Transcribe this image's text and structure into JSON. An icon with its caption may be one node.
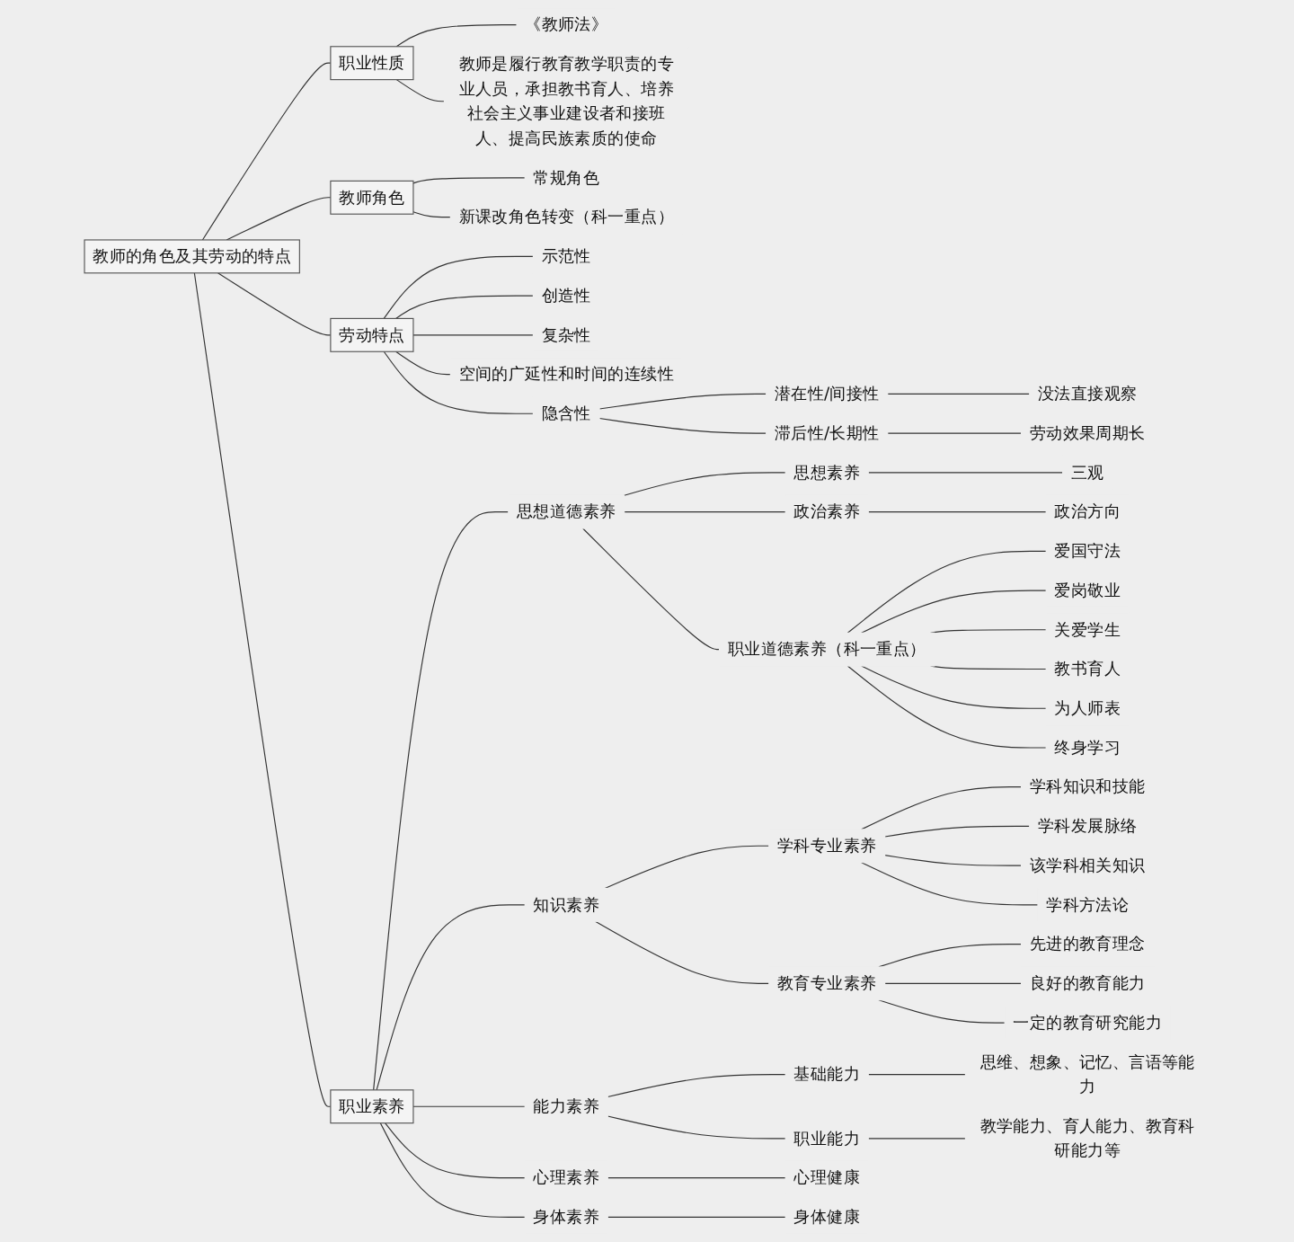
{
  "diagram": {
    "nodes": [
      {
        "text": [
          "教师的角色及其劳动的特点"
        ]
      },
      {
        "text": [
          "职业性质"
        ]
      },
      {
        "text": [
          "《教师法》"
        ]
      },
      {
        "text": [
          "教师是履行教育教学职责的专业人员，承担教书育人、培养社会主义事业建设者和接班人、提高民族素质的使命"
        ]
      },
      {
        "text": [
          "教师角色"
        ]
      },
      {
        "text": [
          "常规角色"
        ]
      },
      {
        "text": [
          "新课改角色转变（科一重点）"
        ]
      },
      {
        "text": [
          "劳动特点"
        ]
      },
      {
        "text": [
          "示范性"
        ]
      },
      {
        "text": [
          "创造性"
        ]
      },
      {
        "text": [
          "复杂性"
        ]
      },
      {
        "text": [
          "空间的广延性和时间的连续性"
        ]
      },
      {
        "text": [
          "隐含性"
        ]
      },
      {
        "text": [
          "潜在性/间接性"
        ]
      },
      {
        "text": [
          "没法直接观察"
        ]
      },
      {
        "text": [
          "滞后性/长期性"
        ]
      },
      {
        "text": [
          "劳动效果周期长"
        ]
      },
      {
        "text": [
          "职业素养"
        ]
      },
      {
        "text": [
          "思想道德素养"
        ]
      },
      {
        "text": [
          "思想素养"
        ]
      },
      {
        "text": [
          "三观"
        ]
      },
      {
        "text": [
          "政治素养"
        ]
      },
      {
        "text": [
          "政治方向"
        ]
      },
      {
        "text": [
          "职业道德素养（科一重点）"
        ]
      },
      {
        "text": [
          "爱国守法"
        ]
      },
      {
        "text": [
          "爱岗敬业"
        ]
      },
      {
        "text": [
          "关爱学生"
        ]
      },
      {
        "text": [
          "教书育人"
        ]
      },
      {
        "text": [
          "为人师表"
        ]
      },
      {
        "text": [
          "终身学习"
        ]
      },
      {
        "text": [
          "知识素养"
        ]
      },
      {
        "text": [
          "学科专业素养"
        ]
      },
      {
        "text": [
          "学科知识和技能"
        ]
      },
      {
        "text": [
          "学科发展脉络"
        ]
      },
      {
        "text": [
          "该学科相关知识"
        ]
      },
      {
        "text": [
          "学科方法论"
        ]
      },
      {
        "text": [
          "教育专业素养"
        ]
      },
      {
        "text": [
          "先进的教育理念"
        ]
      },
      {
        "text": [
          "良好的教育能力"
        ]
      },
      {
        "text": [
          "一定的教育研究能力"
        ]
      },
      {
        "text": [
          "能力素养"
        ]
      },
      {
        "text": [
          "基础能力"
        ]
      },
      {
        "text": [
          "思维、想象、记忆、言语等能力"
        ]
      },
      {
        "text": [
          "职业能力"
        ]
      },
      {
        "text": [
          "教学能力、育人能力、教育科研能力等"
        ]
      },
      {
        "text": [
          "心理素养"
        ]
      },
      {
        "text": [
          "心理健康"
        ]
      },
      {
        "text": [
          "身体素养"
        ]
      },
      {
        "text": [
          "身体健康"
        ]
      }
    ],
    "edges": [
      {
        "from": 0,
        "to": 1,
        "arrow": "none"
      },
      {
        "from": 1,
        "to": 2,
        "arrow": "none"
      },
      {
        "from": 1,
        "to": 3,
        "arrow": "none"
      },
      {
        "from": 0,
        "to": 4,
        "arrow": "none"
      },
      {
        "from": 4,
        "to": 5,
        "arrow": "none"
      },
      {
        "from": 4,
        "to": 6,
        "arrow": "none"
      },
      {
        "from": 0,
        "to": 7,
        "arrow": "none"
      },
      {
        "from": 7,
        "to": 8,
        "arrow": "none"
      },
      {
        "from": 7,
        "to": 9,
        "arrow": "none"
      },
      {
        "from": 7,
        "to": 10,
        "arrow": "none"
      },
      {
        "from": 7,
        "to": 11,
        "arrow": "none"
      },
      {
        "from": 7,
        "to": 12,
        "arrow": "none"
      },
      {
        "from": 12,
        "to": 13,
        "arrow": "none"
      },
      {
        "from": 13,
        "to": 14,
        "arrow": "none"
      },
      {
        "from": 12,
        "to": 15,
        "arrow": "none"
      },
      {
        "from": 15,
        "to": 16,
        "arrow": "none"
      },
      {
        "from": 0,
        "to": 17,
        "arrow": "none"
      },
      {
        "from": 17,
        "to": 18,
        "arrow": "none"
      },
      {
        "from": 18,
        "to": 19,
        "arrow": "none"
      },
      {
        "from": 19,
        "to": 20,
        "arrow": "none"
      },
      {
        "from": 18,
        "to": 21,
        "arrow": "none"
      },
      {
        "from": 21,
        "to": 22,
        "arrow": "none"
      },
      {
        "from": 18,
        "to": 23,
        "arrow": "none"
      },
      {
        "from": 23,
        "to": 24,
        "arrow": "none"
      },
      {
        "from": 23,
        "to": 25,
        "arrow": "none"
      },
      {
        "from": 23,
        "to": 26,
        "arrow": "none"
      },
      {
        "from": 23,
        "to": 27,
        "arrow": "none"
      },
      {
        "from": 23,
        "to": 28,
        "arrow": "none"
      },
      {
        "from": 23,
        "to": 29,
        "arrow": "none"
      },
      {
        "from": 17,
        "to": 30,
        "arrow": "none"
      },
      {
        "from": 30,
        "to": 31,
        "arrow": "none"
      },
      {
        "from": 31,
        "to": 32,
        "arrow": "none"
      },
      {
        "from": 31,
        "to": 33,
        "arrow": "none"
      },
      {
        "from": 31,
        "to": 34,
        "arrow": "none"
      },
      {
        "from": 31,
        "to": 35,
        "arrow": "none"
      },
      {
        "from": 30,
        "to": 36,
        "arrow": "none"
      },
      {
        "from": 36,
        "to": 37,
        "arrow": "none"
      },
      {
        "from": 36,
        "to": 38,
        "arrow": "none"
      },
      {
        "from": 36,
        "to": 39,
        "arrow": "none"
      },
      {
        "from": 17,
        "to": 40,
        "arrow": "none"
      },
      {
        "from": 40,
        "to": 41,
        "arrow": "none"
      },
      {
        "from": 41,
        "to": 42,
        "arrow": "none"
      },
      {
        "from": 40,
        "to": 43,
        "arrow": "none"
      },
      {
        "from": 43,
        "to": 44,
        "arrow": "none"
      },
      {
        "from": 17,
        "to": 45,
        "arrow": "none"
      },
      {
        "from": 45,
        "to": 46,
        "arrow": "none"
      },
      {
        "from": 17,
        "to": 47,
        "arrow": "none"
      },
      {
        "from": 47,
        "to": 48,
        "arrow": "none"
      }
    ]
  }
}
